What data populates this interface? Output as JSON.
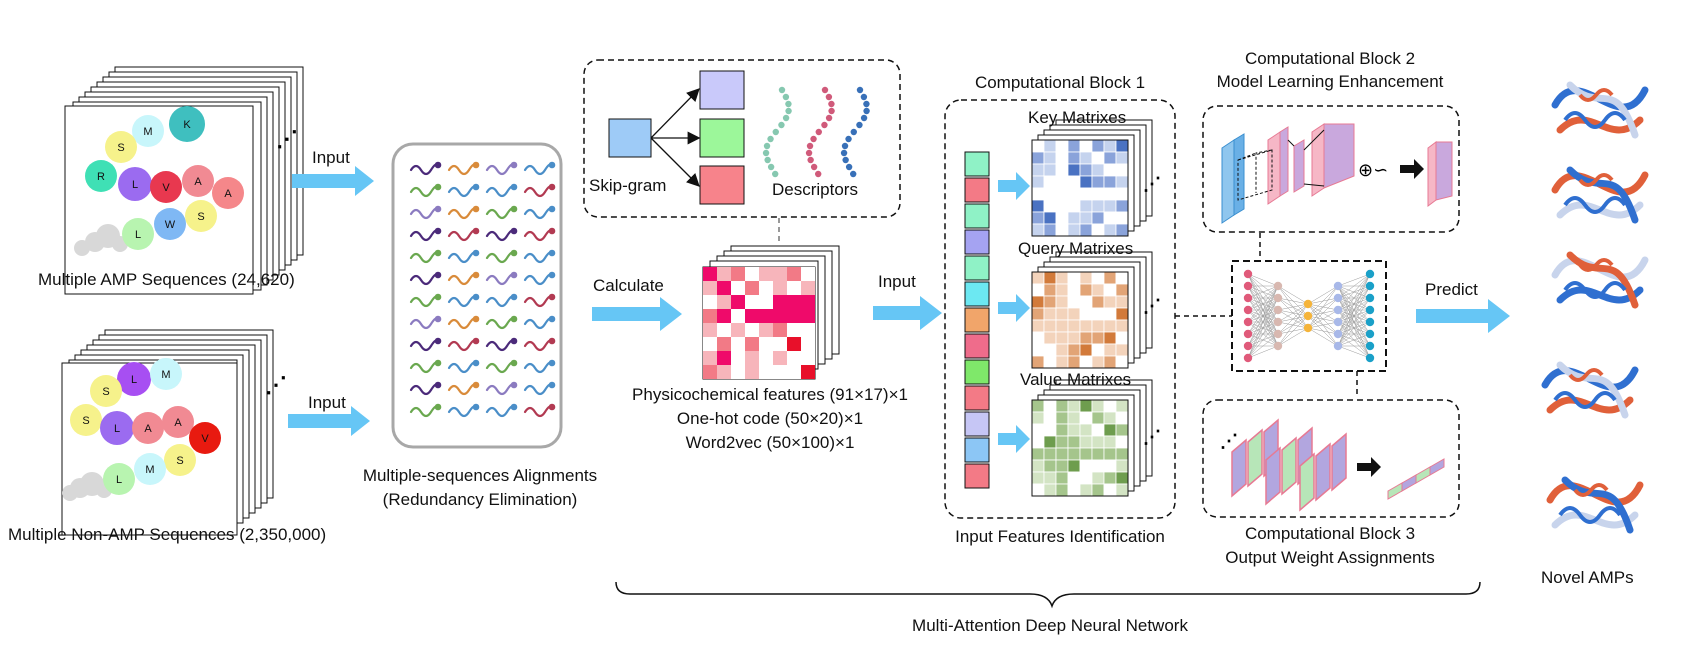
{
  "panels": {
    "amp_caption": "Multiple AMP Sequences (24,620)",
    "non_amp_caption": "Multiple Non-AMP Sequences (2,350,000)",
    "input_top": "Input",
    "input_bottom": "Input",
    "msa_caption_line1": "Multiple-sequences Alignments",
    "msa_caption_line2": "(Redundancy Elimination)",
    "skipgram": "Skip-gram",
    "descriptors": "Descriptors",
    "calculate": "Calculate",
    "features_line1": "Physicochemical features (91×17)×1",
    "features_line2": "One-hot code (50×20)×1",
    "features_line3": "Word2vec (50×100)×1",
    "input_mid": "Input",
    "block1_title": "Computational Block 1",
    "key_matrixes": "Key Matrixes",
    "query_matrixes": "Query Matrixes",
    "value_matrixes": "Value Matrixes",
    "block1_caption": "Input Features Identification",
    "block2_title_line1": "Computational Block 2",
    "block2_title_line2": "Model Learning Enhancement",
    "block3_title_line1": "Computational Block 3",
    "block3_title_line2": "Output Weight Assignments",
    "predict": "Predict",
    "novel_amps": "Novel AMPs",
    "network_name": "Multi-Attention Deep Neural Network"
  },
  "amp_bubbles": [
    "K",
    "M",
    "S",
    "R",
    "L",
    "V",
    "A",
    "A",
    "S",
    "W",
    "L"
  ],
  "non_amp_bubbles": [
    "L",
    "M",
    "S",
    "S",
    "L",
    "A",
    "A",
    "V",
    "S",
    "M",
    "L"
  ],
  "colors": {
    "arrow": "#66c6f5",
    "key": "#4a72c2",
    "query": "#d27a3a",
    "value": "#6e9d4e",
    "red": "#e8102a",
    "pink": "#f4a3a8"
  }
}
